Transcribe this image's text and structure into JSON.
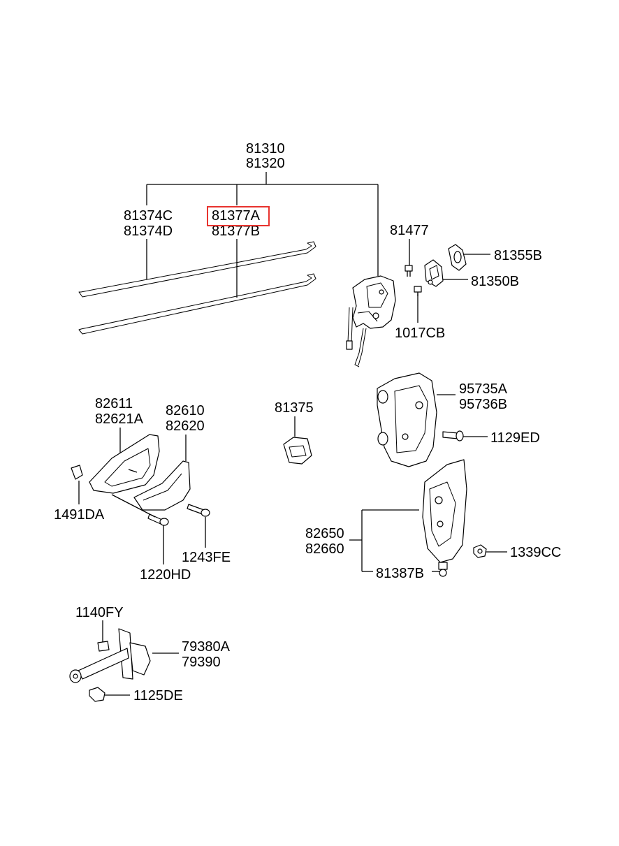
{
  "labels": {
    "p81310": "81310",
    "p81320": "81320",
    "p81374C": "81374C",
    "p81374D": "81374D",
    "p81377A": "81377A",
    "p81377B": "81377B",
    "p81477": "81477",
    "p81355B": "81355B",
    "p81350B": "81350B",
    "p1017CB": "1017CB",
    "p82611": "82611",
    "p82621A": "82621A",
    "p82610": "82610",
    "p82620": "82620",
    "p81375": "81375",
    "p95735A": "95735A",
    "p95736B": "95736B",
    "p1129ED": "1129ED",
    "p1491DA": "1491DA",
    "p1243FE": "1243FE",
    "p1220HD": "1220HD",
    "p82650": "82650",
    "p82660": "82660",
    "p1339CC": "1339CC",
    "p81387B": "81387B",
    "p1140FY": "1140FY",
    "p79380A": "79380A",
    "p79390": "79390",
    "p1125DE": "1125DE"
  },
  "highlight": {
    "part": "81377A",
    "color": "#e8332e"
  }
}
